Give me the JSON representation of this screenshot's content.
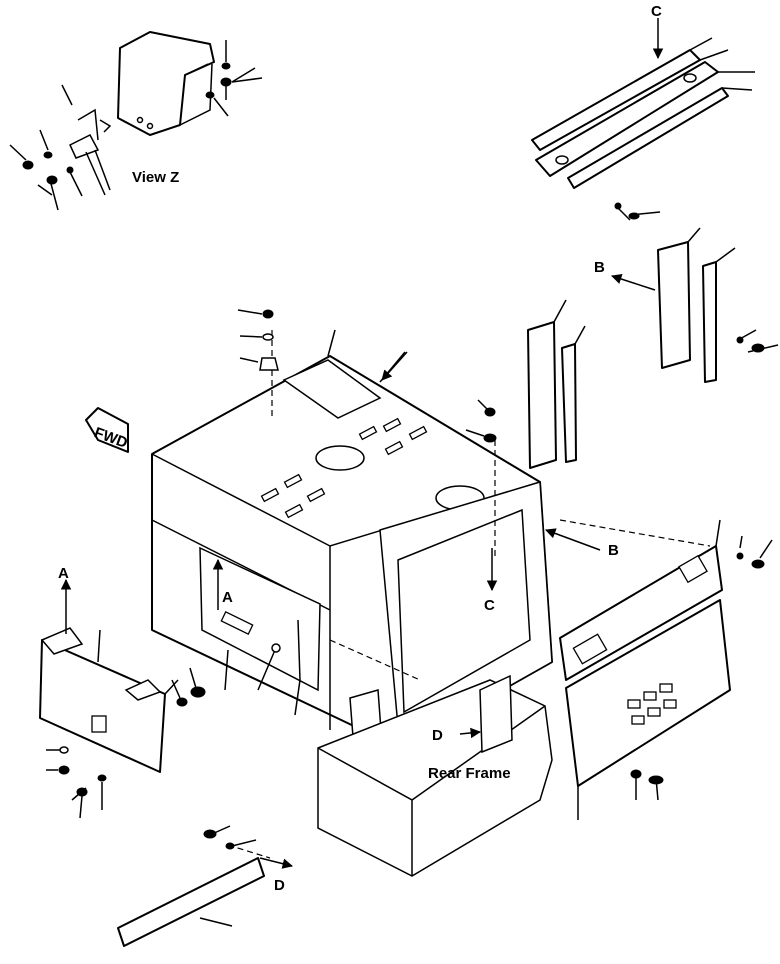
{
  "labels": {
    "view_z": "View Z",
    "rear_frame": "Rear Frame",
    "fwd": "FWD",
    "callout_a": "A",
    "callout_b": "B",
    "callout_c": "C",
    "callout_d": "D"
  },
  "icons": {
    "fwd_arrow": "forward-arrow-icon",
    "leader_arrow": "arrowhead-icon"
  },
  "colors": {
    "ink": "#000000",
    "paper": "#ffffff"
  }
}
